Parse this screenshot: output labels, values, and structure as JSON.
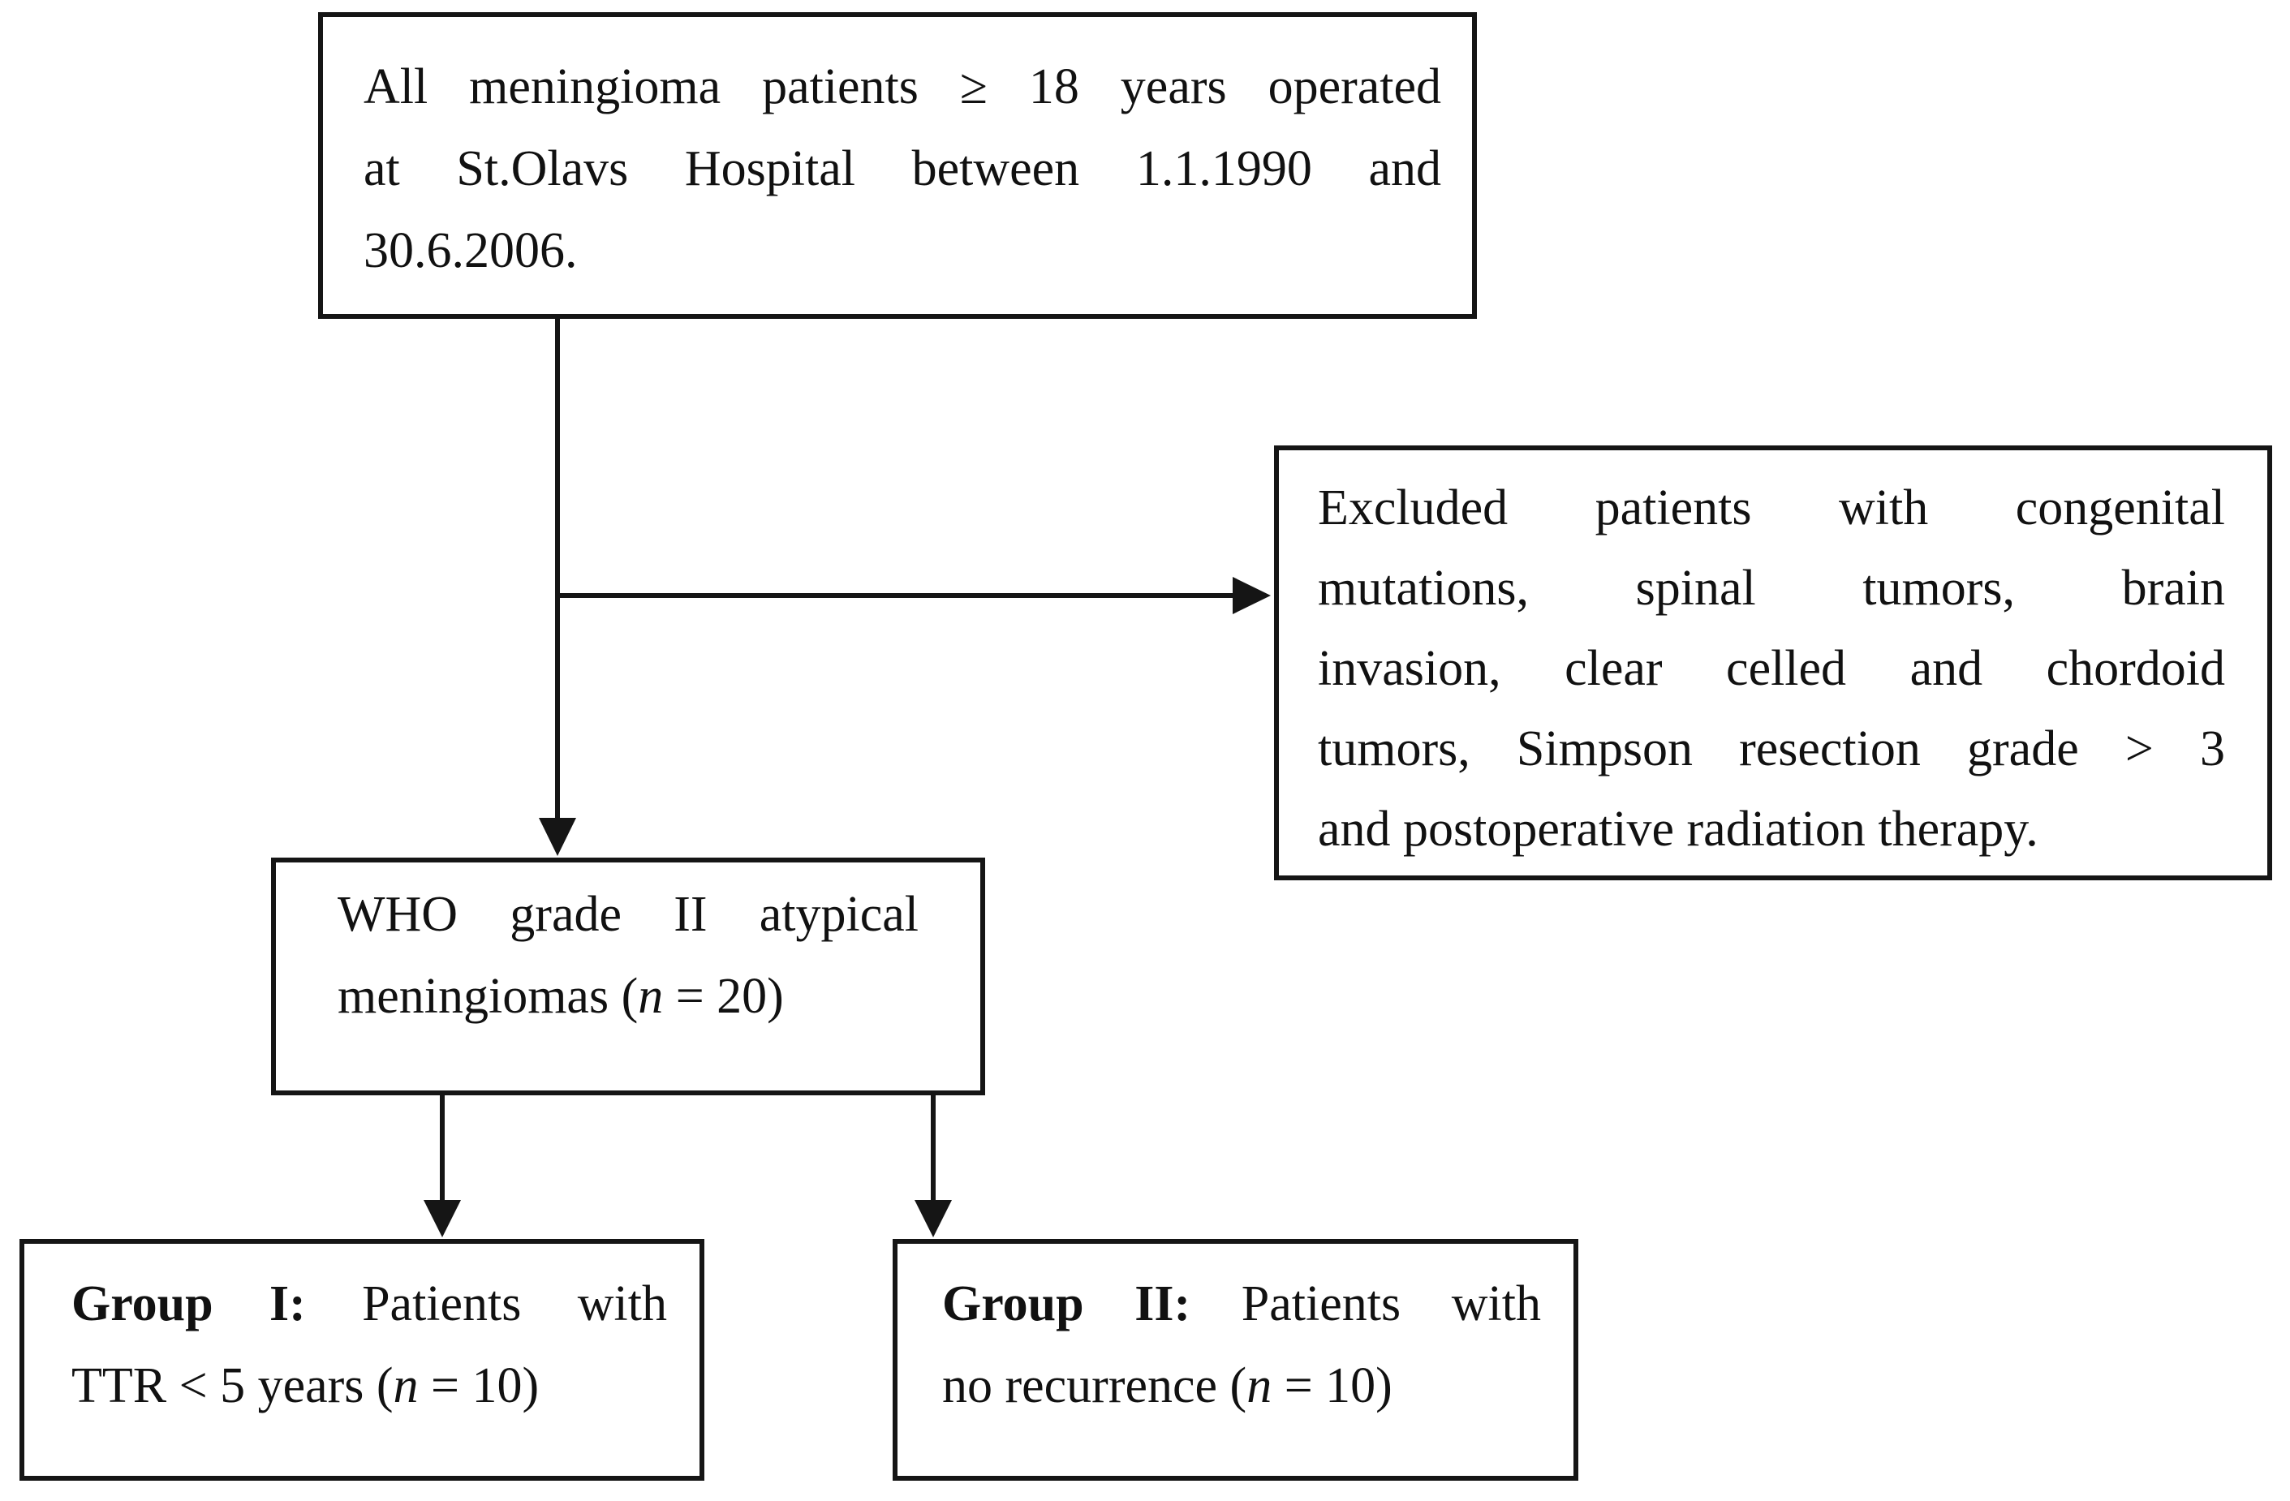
{
  "figure": {
    "type": "flowchart",
    "background_color": "#ffffff",
    "line_color": "#151515",
    "text_color": "#111111"
  },
  "boxes": {
    "top": {
      "lines": [
        "All meningioma patients ≥ 18 years operated",
        "at St.Olavs Hospital between 1.1.1990 and",
        "30.6.2006."
      ]
    },
    "excluded": {
      "lines": [
        "Excluded patients with congenital",
        "mutations, spinal tumors, brain",
        "invasion, clear celled and chordoid",
        "tumors, Simpson resection grade > 3",
        "and postoperative radiation therapy."
      ]
    },
    "who": {
      "line1": "WHO grade II atypical",
      "line2_pre": "meningiomas (",
      "line2_n": "n",
      "line2_post": " = 20)"
    },
    "group1": {
      "line1_bold": "Group I:",
      "line1_rest": " Patients with",
      "line2_pre": "TTR < 5 years (",
      "line2_n": "n",
      "line2_post": " = 10)"
    },
    "group2": {
      "line1_bold": "Group II:",
      "line1_rest": " Patients with",
      "line2_pre": "no recurrence (",
      "line2_n": "n",
      "line2_post": " = 10)"
    }
  }
}
